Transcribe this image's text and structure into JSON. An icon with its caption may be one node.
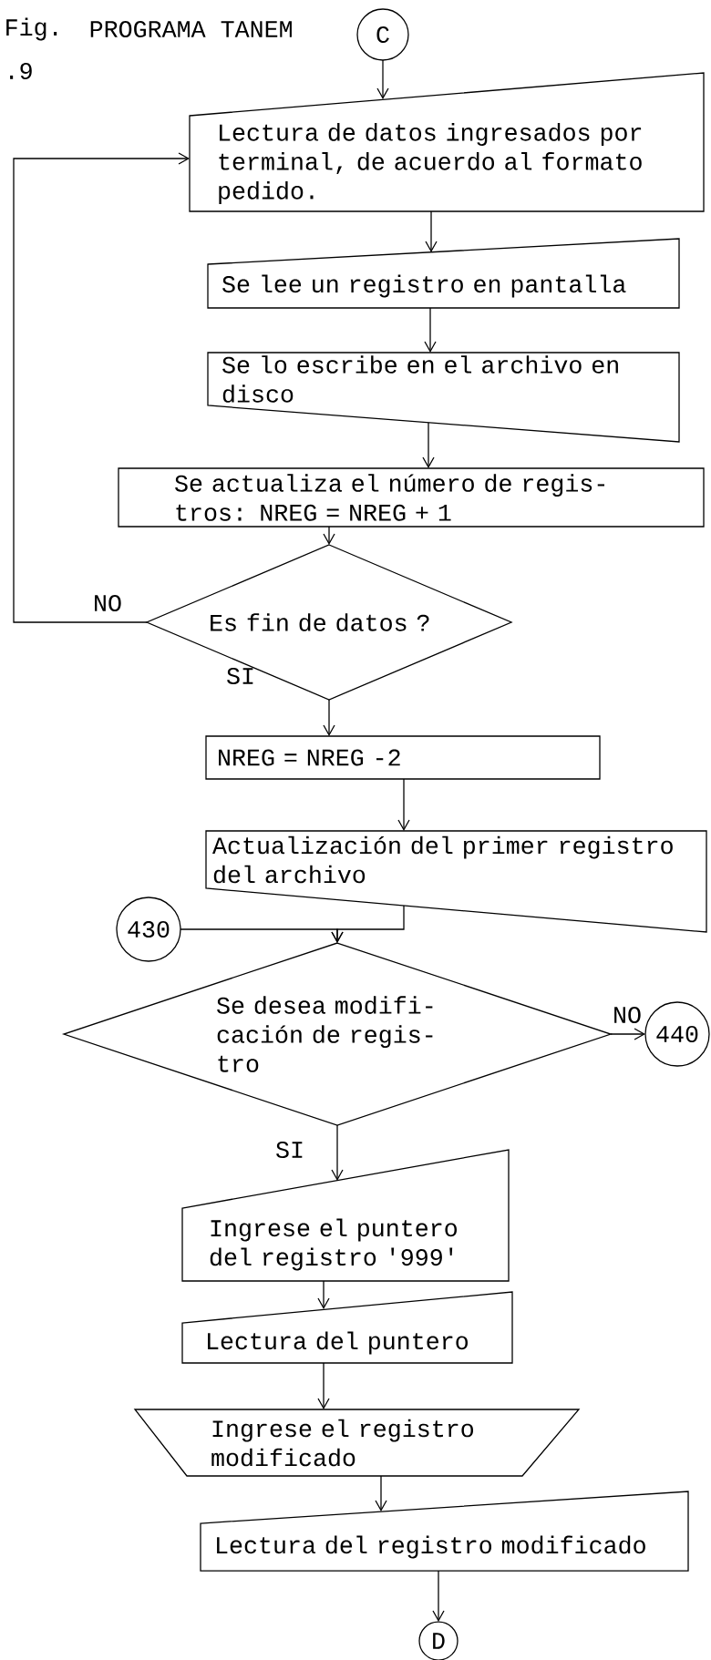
{
  "diagram": {
    "title": "PROGRAMA TANEM",
    "nodes": [
      {
        "text": [
          "C"
        ]
      },
      {
        "text": [
          "Lectura de datos ingresados por terminal, de acuerdo al formato pedido."
        ]
      },
      {
        "text": [
          "Se lee un registro en pantalla"
        ]
      },
      {
        "text": [
          "Se lo escribe en el archivo en disco"
        ]
      },
      {
        "text": [
          "Se actualiza el número de regis- tros: NREG = NREG + 1"
        ]
      },
      {
        "text": [
          "Es fin de datos ?"
        ]
      },
      {
        "text": [
          "NREG = NREG -2"
        ]
      },
      {
        "text": [
          "Actualización del primer registro del archivo"
        ]
      },
      {
        "text": [
          "430"
        ]
      },
      {
        "text": [
          "Se desea modifi- cación de regis- tro"
        ]
      },
      {
        "text": [
          "440"
        ]
      },
      {
        "text": [
          "Ingrese el puntero del registro '999'"
        ]
      },
      {
        "text": [
          "Lectura del puntero"
        ]
      },
      {
        "text": [
          "Ingrese el registro modificado"
        ]
      },
      {
        "text": [
          "Lectura del registro modificado"
        ]
      },
      {
        "text": [
          "D"
        ]
      }
    ],
    "edges": [
      {
        "from": 0,
        "to": 1,
        "arrow": "to"
      },
      {
        "from": 1,
        "to": 2,
        "arrow": "to"
      },
      {
        "from": 2,
        "to": 3,
        "arrow": "to"
      },
      {
        "from": 3,
        "to": 4,
        "arrow": "to"
      },
      {
        "from": 4,
        "to": 5,
        "arrow": "to"
      },
      {
        "from": 5,
        "to": 1,
        "arrow": "to",
        "label": "NO"
      },
      {
        "from": 5,
        "to": 6,
        "arrow": "to",
        "label": "SI"
      },
      {
        "from": 6,
        "to": 7,
        "arrow": "to"
      },
      {
        "from": 7,
        "to": 9,
        "arrow": "to"
      },
      {
        "from": 8,
        "to": 9,
        "arrow": "to"
      },
      {
        "from": 9,
        "to": 10,
        "arrow": "to",
        "label": "NO"
      },
      {
        "from": 9,
        "to": 11,
        "arrow": "to",
        "label": "SI"
      },
      {
        "from": 11,
        "to": 12,
        "arrow": "to"
      },
      {
        "from": 12,
        "to": 13,
        "arrow": "to"
      },
      {
        "from": 13,
        "to": 14,
        "arrow": "to"
      },
      {
        "from": 14,
        "to": 15,
        "arrow": "to"
      }
    ],
    "labels": [
      "Fig.",
      ".9"
    ]
  }
}
